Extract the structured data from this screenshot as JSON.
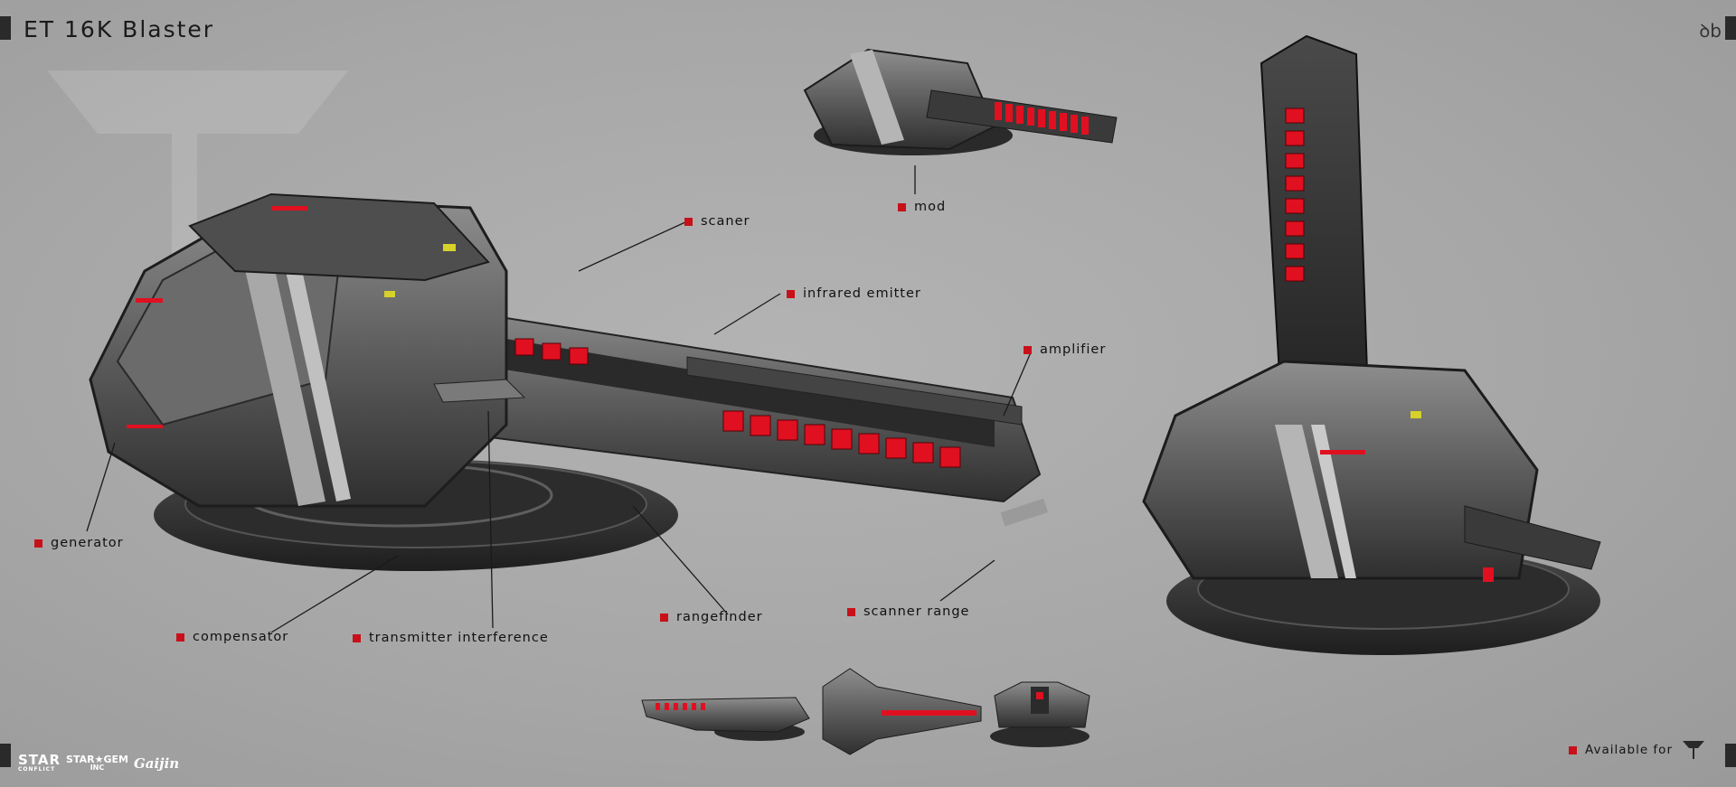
{
  "title": "ET 16K Blaster",
  "signature": "ꝺb",
  "labels": {
    "scaner": "scaner",
    "mod": "mod",
    "infrared_emitter": "infrared emitter",
    "amplifier": "amplifier",
    "generator": "generator",
    "compensator": "compensator",
    "transmitter_interference": "transmitter interference",
    "rangefinder": "rangefinder",
    "scanner_range": "scanner range"
  },
  "footer": {
    "available_for": "Available for",
    "logo_star": "STAR",
    "logo_conflict": "CONFLICT",
    "logo_stargem": "STAR★GEM",
    "logo_inc": "INC",
    "logo_gaijin": "Gaijin"
  },
  "colors": {
    "accent_red": "#c8101a",
    "glow_red": "#e01020",
    "hull_dark": "#3a3a3a",
    "hull_light": "#8a8a8a"
  }
}
